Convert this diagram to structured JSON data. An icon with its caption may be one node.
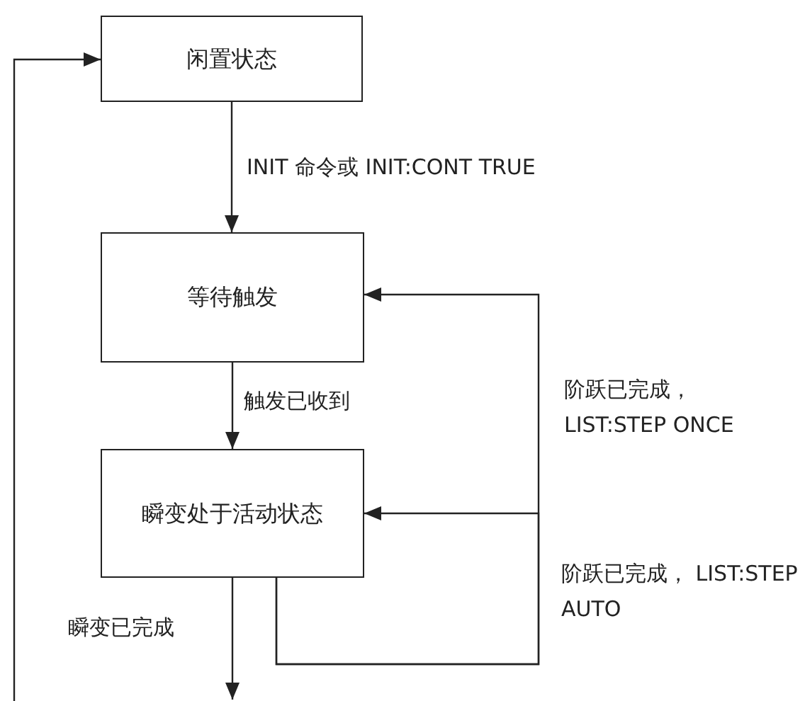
{
  "diagram": {
    "nodes": [
      {
        "text": [
          "闲置状态"
        ]
      },
      {
        "text": [
          "等待触发"
        ]
      },
      {
        "text": [
          "瞬变处于活动状态"
        ]
      }
    ],
    "edges": [
      {
        "from": 0,
        "to": 1,
        "arrow": "to",
        "label": "INIT 命令或 INIT:CONT TRUE"
      },
      {
        "from": 1,
        "to": 2,
        "arrow": "to",
        "label": "触发已收到"
      },
      {
        "from": 2,
        "to": 1,
        "arrow": "to",
        "label": "阶跃已完成， LIST:STEP ONCE"
      },
      {
        "from": 2,
        "to": 2,
        "arrow": "to",
        "label": "阶跃已完成， LIST:STEP AUTO"
      },
      {
        "from": 2,
        "to": null,
        "arrow": "to",
        "label": "瞬变已完成"
      },
      {
        "from": null,
        "to": 0,
        "arrow": "to"
      }
    ]
  }
}
